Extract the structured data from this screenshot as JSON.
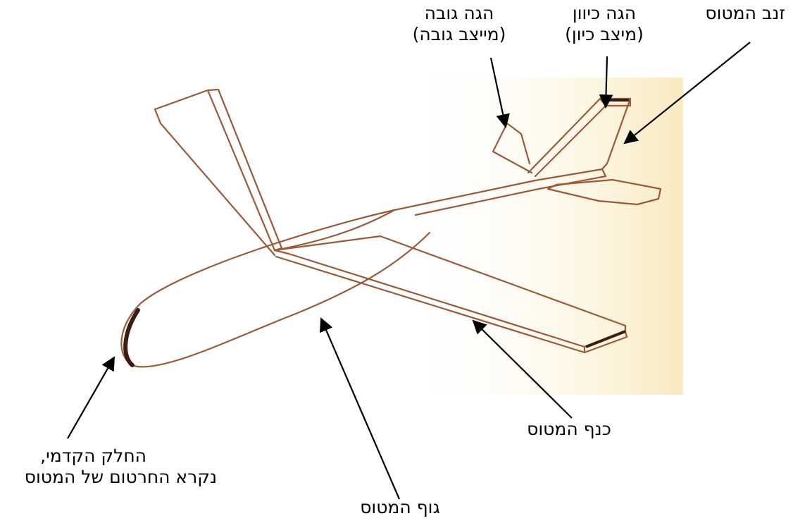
{
  "labels": {
    "tail": {
      "line1": "זנב המטוס"
    },
    "rudder": {
      "line1": "הגה כיוון",
      "line2": "(מיצב כיון)"
    },
    "elevator": {
      "line1": "הגה גובה",
      "line2": "(מייצב גובה)"
    },
    "wing": {
      "line1": "כנף המטוס"
    },
    "fuselage": {
      "line1": "גוף המטוס"
    },
    "nose": {
      "line1": "החלק הקדמי,",
      "line2": "נקרא החרטום של המטוס"
    }
  },
  "colors": {
    "sketch": "#9a5a3a",
    "sketch_dark": "#3b1d12",
    "background_wash": "#fbf1d2",
    "arrow": "#000000"
  }
}
